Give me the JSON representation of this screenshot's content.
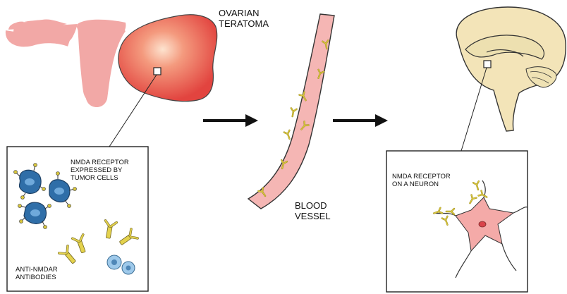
{
  "labels": {
    "ovarian_teratoma": [
      "OVARIAN",
      "TERATOMA"
    ],
    "blood_vessel": [
      "BLOOD",
      "VESSEL"
    ],
    "nmda_tumor": [
      "NMDA RECEPTOR",
      "EXPRESSED BY",
      "TUMOR CELLS"
    ],
    "anti_nmdar": [
      "ANTI-NMDAR",
      "ANTIBODIES"
    ],
    "nmda_neuron": [
      "NMDA RECEPTOR",
      "ON A NEURON"
    ]
  },
  "colors": {
    "uterus": "#f2a8a6",
    "teratoma": "#e8514d",
    "teratoma_core": "#fbd3c0",
    "vessel": "#f5b6b4",
    "brain": "#f3e4b8",
    "antibody": "#d4c23a",
    "tumor_cell": "#2f6ea8",
    "immune_cell": "#9ec9ea",
    "neuron": "#f4aaa8",
    "neuron_nucleus": "#d9434a",
    "outline": "#333333"
  },
  "icons": [
    "arrow-right-icon",
    "antibody-icon",
    "tumor-cell-icon",
    "neuron-icon",
    "brain-icon"
  ]
}
